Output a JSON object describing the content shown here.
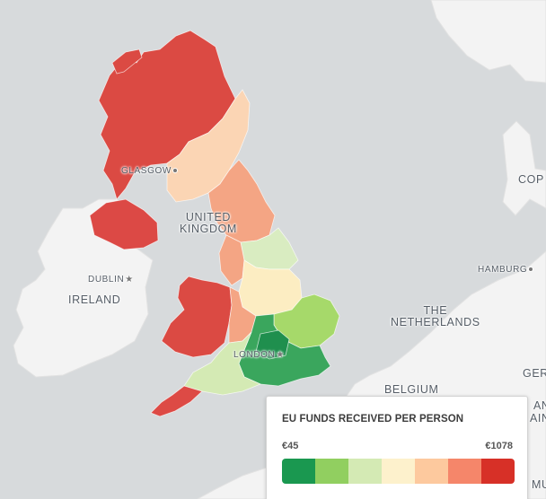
{
  "labels": {
    "glasgow": "GLASGOW",
    "uk_line1": "UNITED",
    "uk_line2": "KINGDOM",
    "dublin": "DUBLIN",
    "ireland": "IRELAND",
    "london": "LONDON",
    "netherlands_line1": "THE",
    "netherlands_line2": "NETHERLANDS",
    "hamburg": "HAMBURG",
    "belgium": "BELGIUM",
    "copenhagen_partial": "COP",
    "germany_partial": "GER",
    "edge_partial_1": "AN",
    "edge_partial_2": "AIN",
    "edge_partial_3": "MU"
  },
  "legend": {
    "title": "EU FUNDS RECEIVED PER PERSON",
    "min_label": "€45",
    "max_label": "€1078",
    "scale": [
      "#1a9850",
      "#91cf60",
      "#d4eab4",
      "#fdf1cc",
      "#fdc99e",
      "#f5866a",
      "#d73027"
    ]
  },
  "colors": {
    "sea": "#d7dadc",
    "land": "#f3f3f3",
    "scotland_highlands": "#db4a43",
    "scotland_south": "#fbd5b4",
    "north_ireland": "#dc4945",
    "wales": "#db4a43",
    "cornwall": "#dd4a45",
    "north_east": "#f4a584",
    "yorkshire": "#d9ecc1",
    "midlands": "#fcedc2",
    "east": "#a6d96a",
    "south_east": "#3aa65d",
    "london": "#1f8f4e",
    "south_west": "#d4eab4"
  }
}
